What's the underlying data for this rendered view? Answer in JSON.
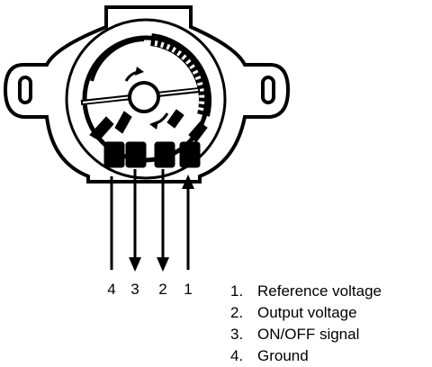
{
  "pins": [
    {
      "label": "4"
    },
    {
      "label": "3"
    },
    {
      "label": "2"
    },
    {
      "label": "1"
    }
  ],
  "legend": [
    {
      "num": "1.",
      "text": "Reference voltage"
    },
    {
      "num": "2.",
      "text": "Output voltage"
    },
    {
      "num": "3.",
      "text": "ON/OFF signal"
    },
    {
      "num": "4.",
      "text": "Ground"
    }
  ]
}
